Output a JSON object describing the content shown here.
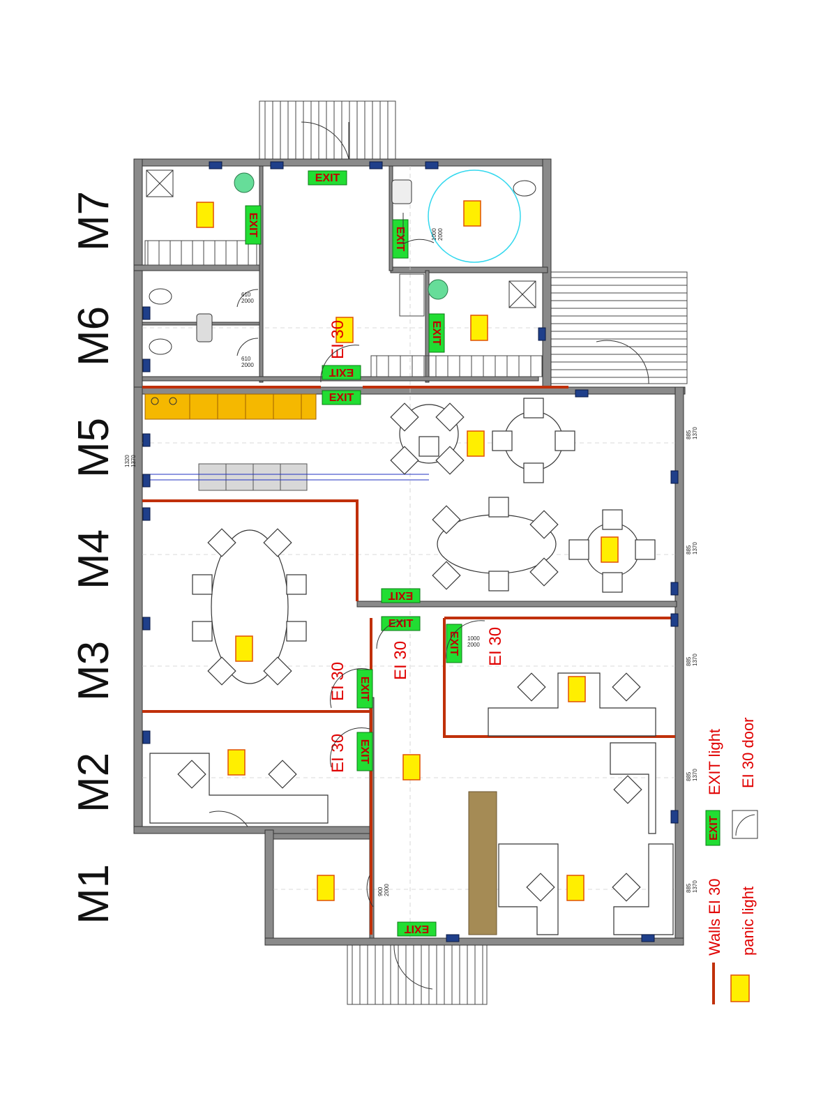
{
  "modules": [
    "M1",
    "M2",
    "M3",
    "M4",
    "M5",
    "M6",
    "M7"
  ],
  "exit_label": "EXIT",
  "ei_label": "EI 30",
  "dimensions": {
    "door_a": "1000\n2000",
    "door_b": "610\n2000",
    "door_c": "885\n1370",
    "door_d": "900\n2000",
    "door_e": "1320\n1370"
  },
  "legend": {
    "walls": "Walls EI 30",
    "exit_light": "EXIT light",
    "panic_light": "panic light",
    "ei_door": "EI 30 door"
  },
  "colors": {
    "exit_green": "#22dd33",
    "panic_yellow": "#ffef00",
    "wall_red": "#c0300a",
    "kitchen_orange": "#f5b800",
    "counter_brown": "#a58b55",
    "radiator_blue": "#1f3f8a"
  }
}
